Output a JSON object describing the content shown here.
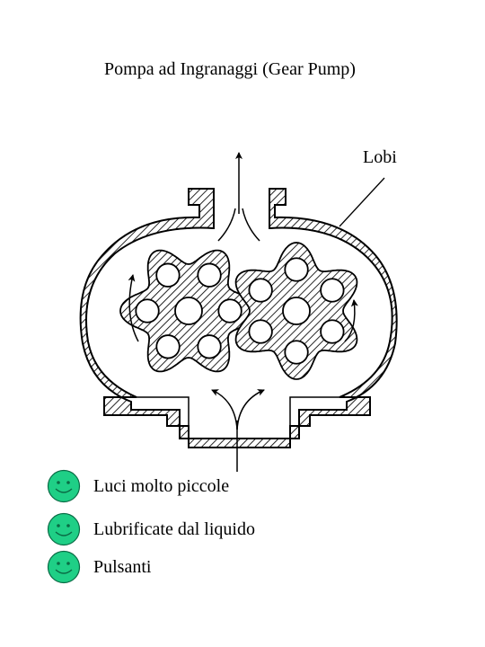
{
  "title": "Pompa ad Ingranaggi (Gear Pump)",
  "callout": {
    "label": "Lobi"
  },
  "bullets": [
    {
      "text": "Luci molto piccole",
      "icon": "smiley-face-icon"
    },
    {
      "text": "Lubrificate dal liquido",
      "icon": "smiley-face-icon"
    },
    {
      "text": "Pulsanti",
      "icon": "smiley-face-icon"
    }
  ],
  "colors": {
    "ink": "#000000",
    "background": "#ffffff",
    "smiley_fill": "#1fcf86",
    "smiley_outline": "#0a6b45"
  }
}
